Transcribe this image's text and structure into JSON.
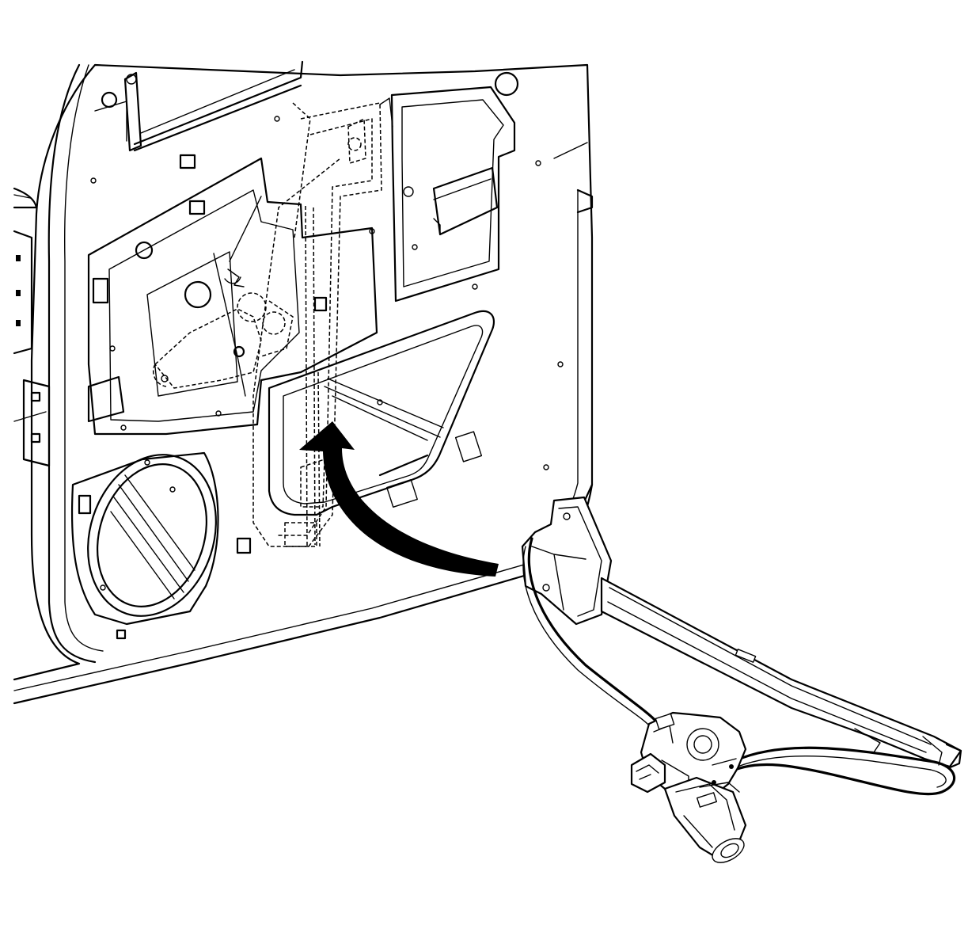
{
  "figure": {
    "background_color": "#ffffff",
    "line_color": "#000000",
    "style": "monochrome line-art service illustration",
    "components": [
      {
        "name": "door-inner-panel",
        "icon": "door-panel-outline"
      },
      {
        "name": "speaker-opening",
        "icon": "speaker-ring"
      },
      {
        "name": "installed-regulator-dashed",
        "icon": "dashed-regulator-outline"
      },
      {
        "name": "install-direction-arrow",
        "icon": "curved-arrow"
      },
      {
        "name": "window-regulator-assembly",
        "icon": "regulator-rail"
      },
      {
        "name": "regulator-motor",
        "icon": "electric-motor"
      }
    ]
  }
}
